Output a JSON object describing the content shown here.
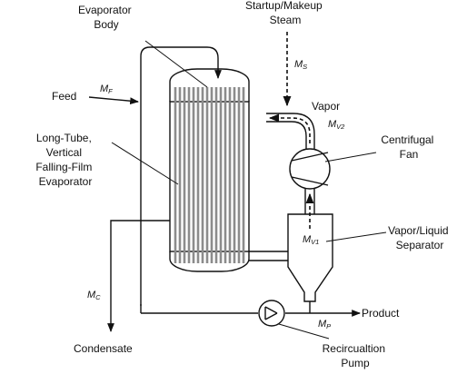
{
  "labels": {
    "evaporator_body": [
      "Evaporator",
      "Body"
    ],
    "startup_steam": [
      "Startup/Makeup",
      "Steam"
    ],
    "feed": "Feed",
    "vapor": "Vapor",
    "centrifugal_fan": [
      "Centrifugal",
      "Fan"
    ],
    "long_tube": [
      "Long-Tube,",
      "Vertical",
      "Falling-Film",
      "Evaporator"
    ],
    "separator": [
      "Vapor/Liquid",
      "Separator"
    ],
    "product": "Product",
    "condensate": "Condensate",
    "pump": [
      "Recircualtion",
      "Pump"
    ]
  },
  "symbols": {
    "ms": {
      "main": "M",
      "sub": "S"
    },
    "mf": {
      "main": "M",
      "sub": "F"
    },
    "mv2": {
      "main": "M",
      "sub": "V2"
    },
    "mv1": {
      "main": "M",
      "sub": "V1"
    },
    "mc": {
      "main": "M",
      "sub": "C"
    },
    "mp": {
      "main": "M",
      "sub": "P"
    }
  },
  "colors": {
    "line": "#111111",
    "tubes": "#8c8c8c",
    "background": "#ffffff"
  },
  "tube_count": 16
}
